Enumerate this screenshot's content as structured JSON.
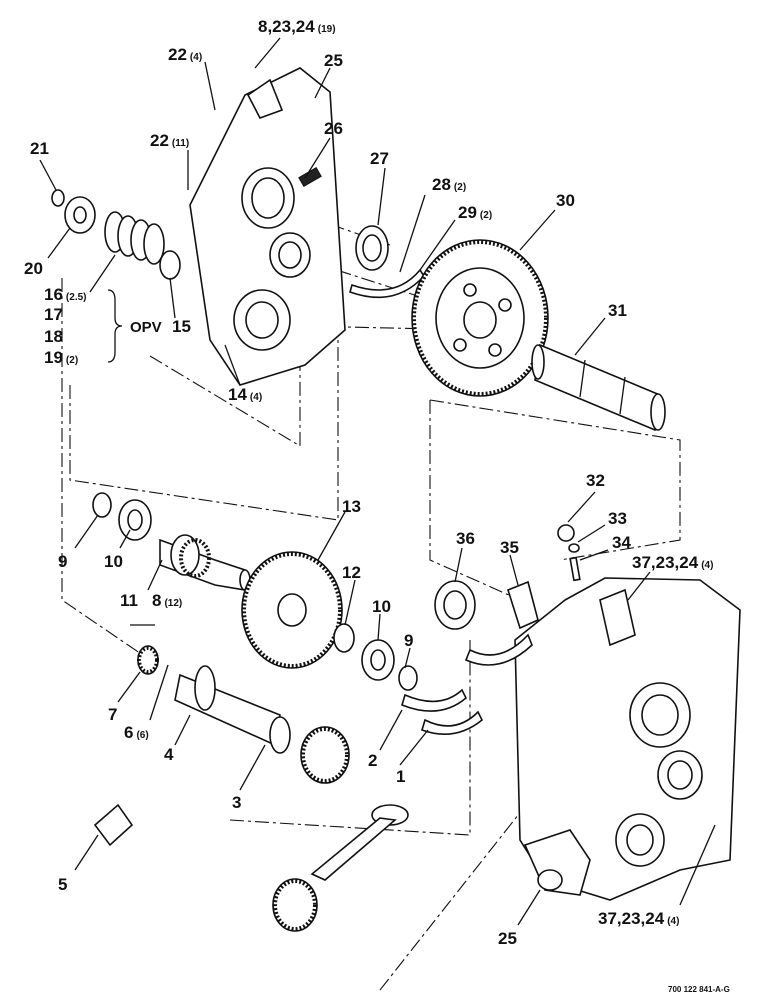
{
  "diagram": {
    "labels": {
      "c1": "1",
      "c2": "2",
      "c3": "3",
      "c4": "4",
      "c5": "5",
      "c6": "6",
      "c6q": "(6)",
      "c7": "7",
      "c8": "8",
      "c8q": "(12)",
      "c9a": "9",
      "c9b": "9",
      "c10a": "10",
      "c10b": "10",
      "c11": "11",
      "c12": "12",
      "c13": "13",
      "c14": "14",
      "c14q": "(4)",
      "c15": "15",
      "c16": "16",
      "c16q": "(2.5)",
      "c17": "17",
      "c18": "18",
      "c19": "19",
      "c19q": "(2)",
      "opv": "OPV",
      "c20": "20",
      "c21": "21",
      "c22a": "22",
      "c22aq": "(4)",
      "c22b": "22",
      "c22bq": "(11)",
      "c25a": "25",
      "c25b": "25",
      "c26": "26",
      "c27": "27",
      "c28": "28",
      "c28q": "(2)",
      "c29": "29",
      "c29q": "(2)",
      "c30": "30",
      "c31": "31",
      "c32": "32",
      "c33": "33",
      "c34": "34",
      "c35": "35",
      "c36": "36",
      "c8_23_24": "8,23,24",
      "c8_23_24q": "(19)",
      "c37a": "37,23,24",
      "c37aq": "(4)",
      "c37b": "37,23,24",
      "c37bq": "(4)"
    },
    "drawing_code": "700 122 841-A-G"
  }
}
